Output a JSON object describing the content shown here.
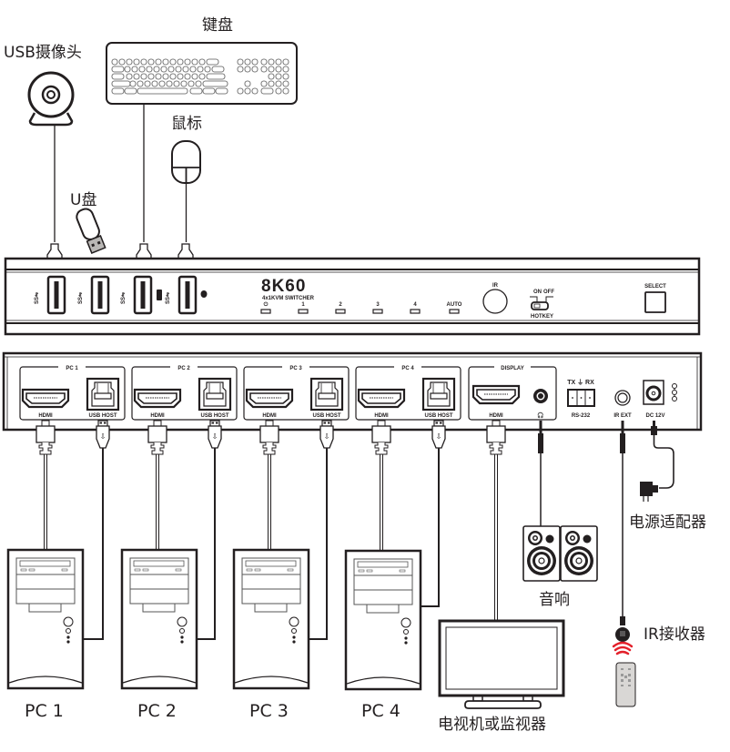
{
  "labels": {
    "webcam": "USB摄像头",
    "keyboard": "键盘",
    "mouse": "鼠标",
    "usb_drive": "U盘",
    "power_adapter": "电源适配器",
    "speakers": "音响",
    "ir_receiver": "IR接收器",
    "display_device": "电视机或监视器"
  },
  "front_panel": {
    "brand": "8K60",
    "model": "4x1KVM SWITCHER",
    "leds": [
      "⏻",
      "1",
      "2",
      "3",
      "4",
      "AUTO"
    ],
    "ir_label": "IR",
    "hotkey_on": "ON",
    "hotkey_off": "OFF",
    "hotkey_label": "HOTKEY",
    "select_label": "SELECT"
  },
  "rear_panel": {
    "groups": [
      {
        "title": "PC 1",
        "hdmi": "HDMI",
        "usb": "USB HOST"
      },
      {
        "title": "PC 2",
        "hdmi": "HDMI",
        "usb": "USB HOST"
      },
      {
        "title": "PC 3",
        "hdmi": "HDMI",
        "usb": "USB HOST"
      },
      {
        "title": "PC 4",
        "hdmi": "HDMI",
        "usb": "USB HOST"
      }
    ],
    "display_title": "DISPLAY",
    "display_hdmi": "HDMI",
    "rs232_top": "TX ⏚ RX",
    "rs232_label": "RS-232",
    "ir_ext_label": "IR EXT",
    "dc_label": "DC 12V"
  },
  "computers": [
    "PC 1",
    "PC 2",
    "PC 3",
    "PC 4"
  ],
  "colors": {
    "line": "#231f20",
    "ir_signal": "#e3202a",
    "remote_fill": "#d9d7d5"
  }
}
